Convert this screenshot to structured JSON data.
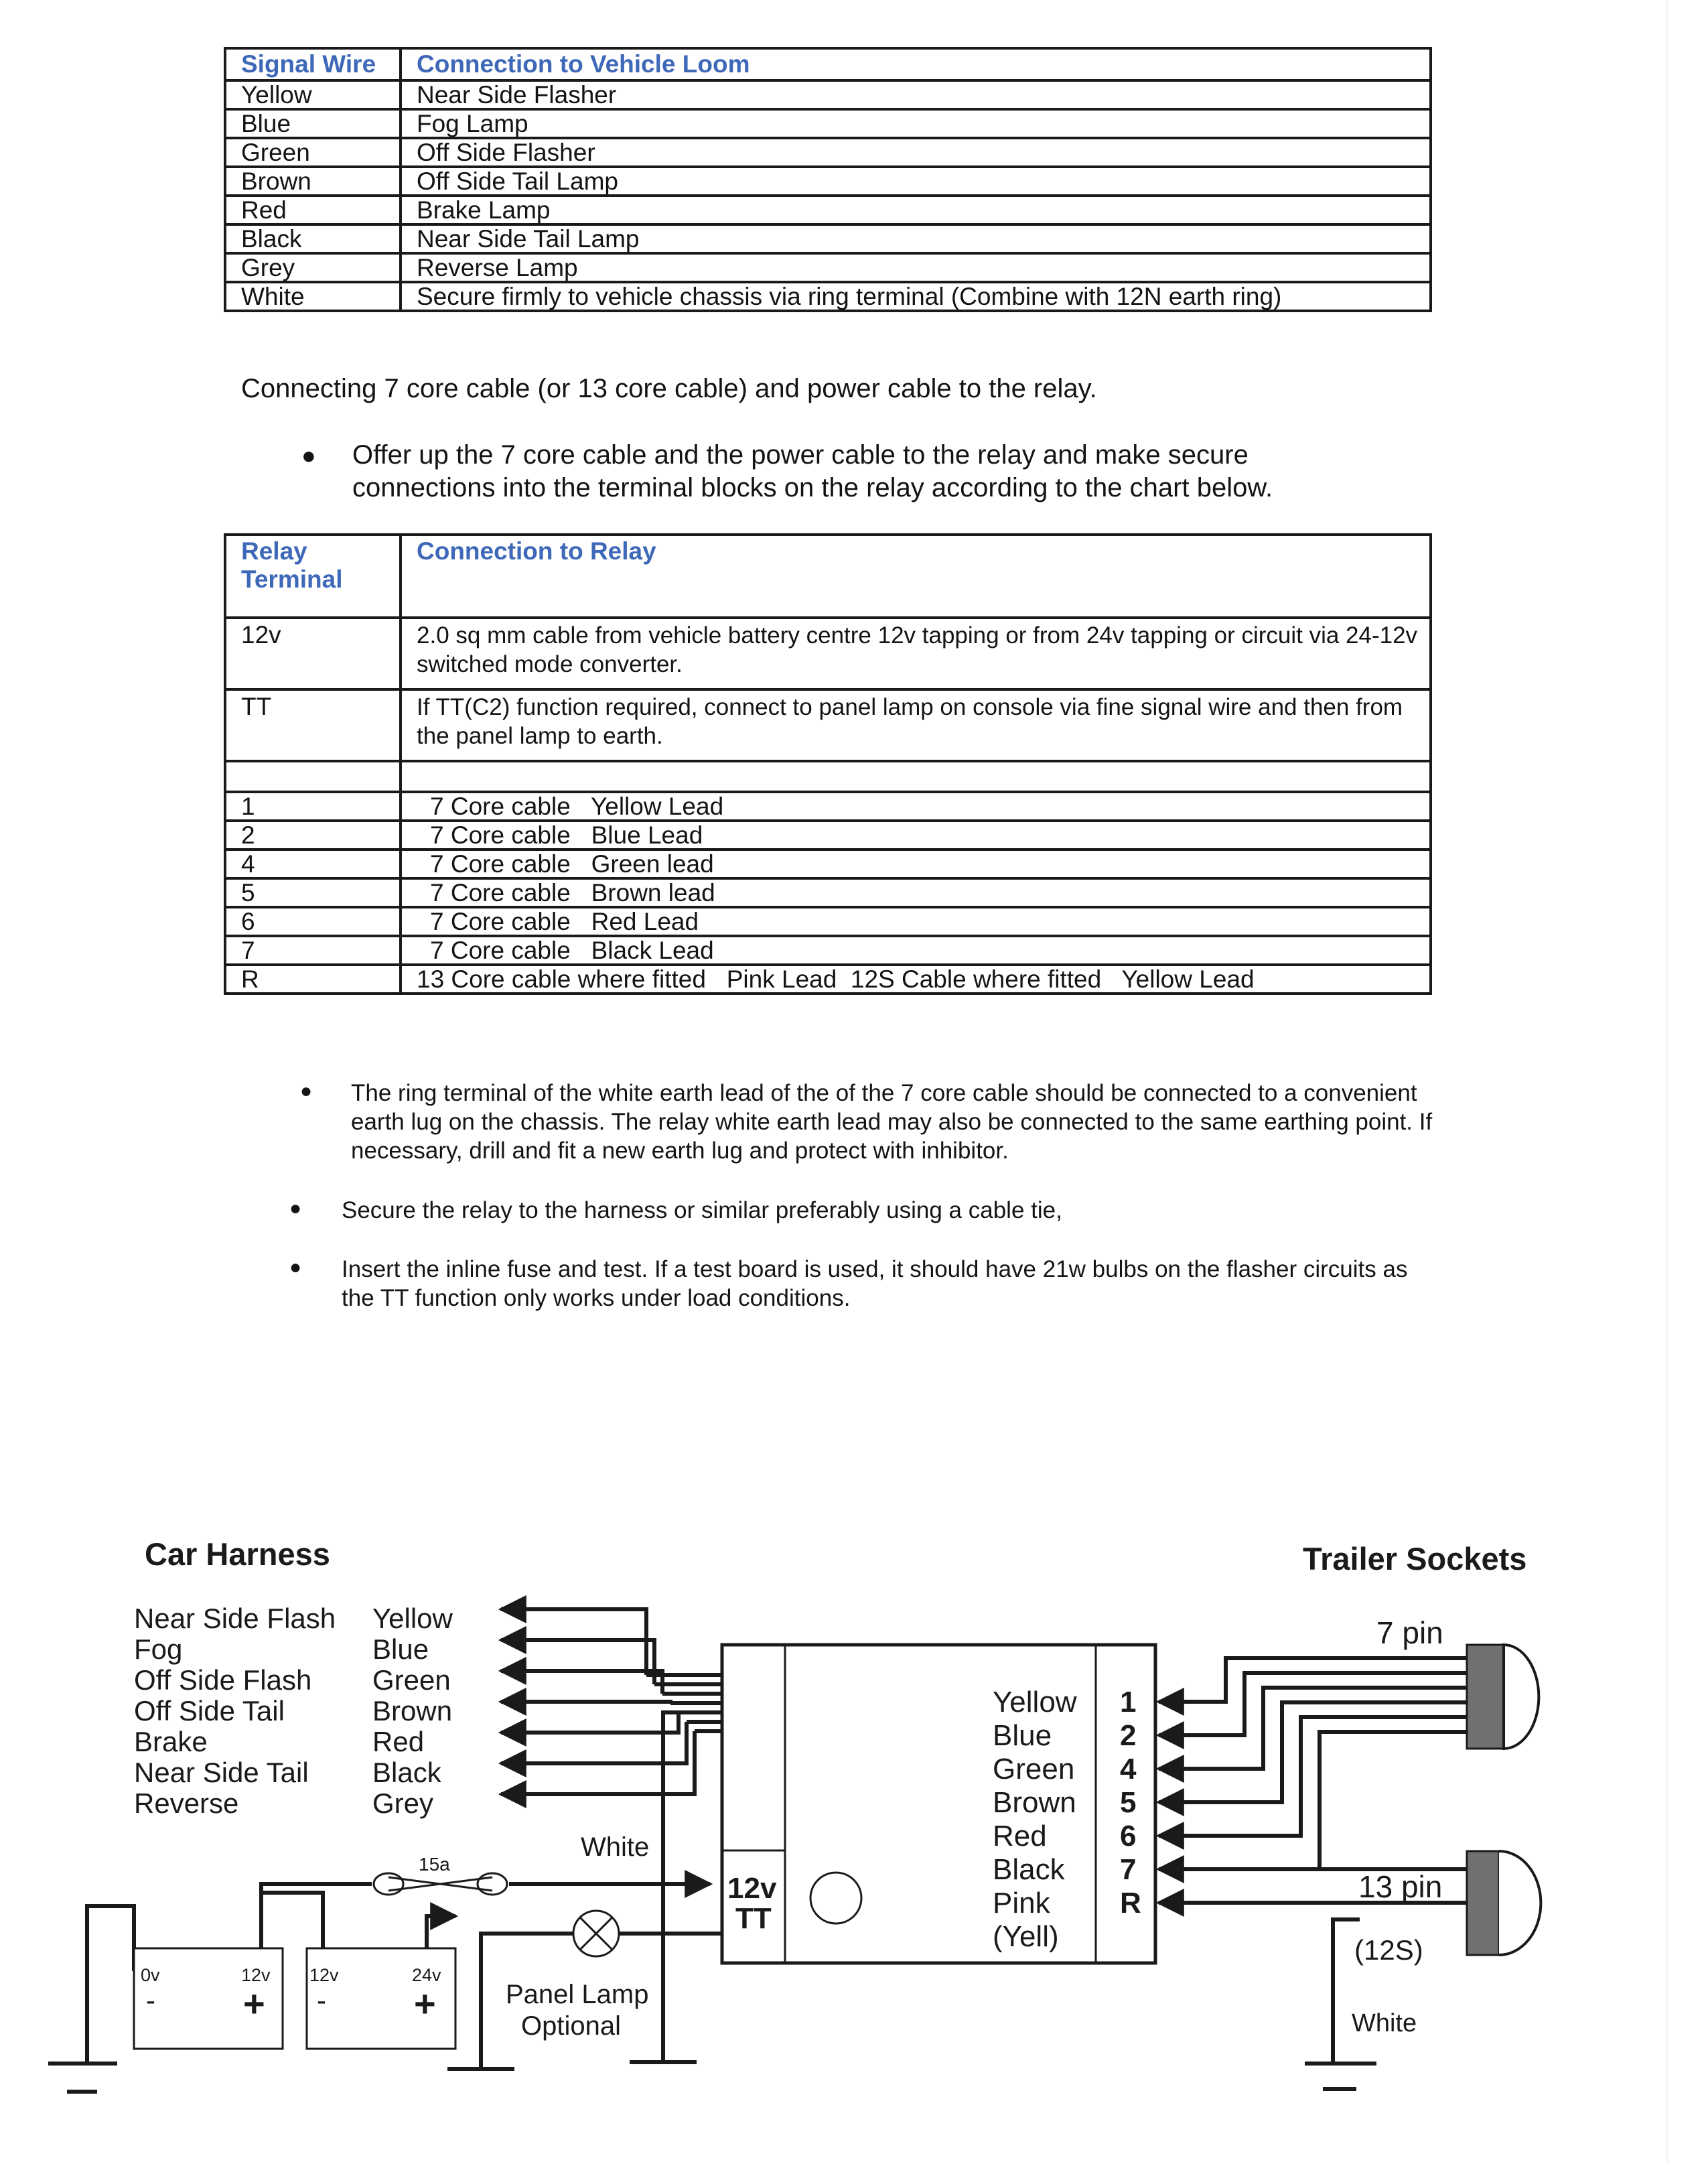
{
  "signal_table": {
    "headers": [
      "Signal Wire",
      "Connection to Vehicle Loom"
    ],
    "rows": [
      [
        "Yellow",
        "Near Side Flasher"
      ],
      [
        "Blue",
        "Fog Lamp"
      ],
      [
        "Green",
        "Off Side Flasher"
      ],
      [
        "Brown",
        "Off Side Tail Lamp"
      ],
      [
        "Red",
        "Brake Lamp"
      ],
      [
        "Black",
        "Near Side Tail Lamp"
      ],
      [
        "Grey",
        "Reverse Lamp"
      ],
      [
        "White",
        "Secure firmly to vehicle chassis via ring terminal (Combine with 12N earth ring)"
      ]
    ]
  },
  "intro_line": "Connecting 7 core cable (or 13 core cable) and power cable to the relay.",
  "bullet_1": "Offer up the 7 core cable and the power cable to the relay and make secure connections into the terminal blocks on the relay according to the chart below.",
  "relay_table": {
    "headers": [
      "Relay Terminal",
      "Connection to Relay"
    ],
    "rows": [
      [
        "12v",
        "2.0 sq mm cable from vehicle battery centre 12v tapping or from 24v tapping or circuit via 24-12v switched mode converter."
      ],
      [
        "TT",
        "If TT(C2) function required, connect to panel lamp on console via fine signal wire and then from the panel lamp to earth."
      ],
      [
        "",
        ""
      ],
      [
        "1",
        "7 Core cable   Yellow Lead"
      ],
      [
        "2",
        "7 Core cable   Blue Lead"
      ],
      [
        "4",
        "7 Core cable   Green lead"
      ],
      [
        "5",
        "7 Core cable   Brown lead"
      ],
      [
        "6",
        "7 Core cable   Red Lead"
      ],
      [
        "7",
        "7 Core cable   Black Lead"
      ],
      [
        "R",
        "13 Core cable where fitted   Pink Lead  12S Cable where fitted   Yellow Lead"
      ]
    ]
  },
  "bullet_2": "The ring terminal of the white earth lead of the of the 7 core cable should be connected to a convenient earth lug on the chassis.   The relay white earth lead may also be connected to the same earthing point. If necessary, drill and fit a new earth lug and protect with inhibitor.",
  "bullet_3": "Secure the relay to the harness or similar preferably using a cable tie,",
  "bullet_4": "Insert the inline fuse and test.  If a test board is used, it should have 21w bulbs on the flasher circuits as the TT function only works under load conditions.",
  "diagram": {
    "car_harness_title": "Car Harness",
    "trailer_sockets_title": "Trailer Sockets",
    "harness_functions": [
      "Near Side Flash",
      "Fog",
      "Off Side Flash",
      "Off Side Tail",
      "Brake",
      "Near Side Tail",
      "Reverse"
    ],
    "harness_colours": [
      "Yellow",
      "Blue",
      "Green",
      "Brown",
      "Red",
      "Black",
      "Grey"
    ],
    "white_label": "White",
    "fuse_label": "15a",
    "relay_power_labels": [
      "12v",
      "TT"
    ],
    "relay_leads": [
      "Yellow",
      "Blue",
      "Green",
      "Brown",
      "Red",
      "Black",
      "Pink",
      "(Yell)"
    ],
    "relay_pins": [
      "1",
      "2",
      "4",
      "5",
      "6",
      "7",
      "R"
    ],
    "socket_7_label": "7 pin",
    "socket_13_label": "13 pin",
    "socket_12s_label": "(12S)",
    "socket_white_label": "White",
    "panel_lamp_label": [
      "Panel Lamp",
      "Optional"
    ],
    "battery_1": {
      "left": "0v",
      "left_sign": "-",
      "right": "12v",
      "right_sign": "+"
    },
    "battery_2": {
      "left": "12v",
      "left_sign": "-",
      "right": "24v",
      "right_sign": "+"
    }
  }
}
